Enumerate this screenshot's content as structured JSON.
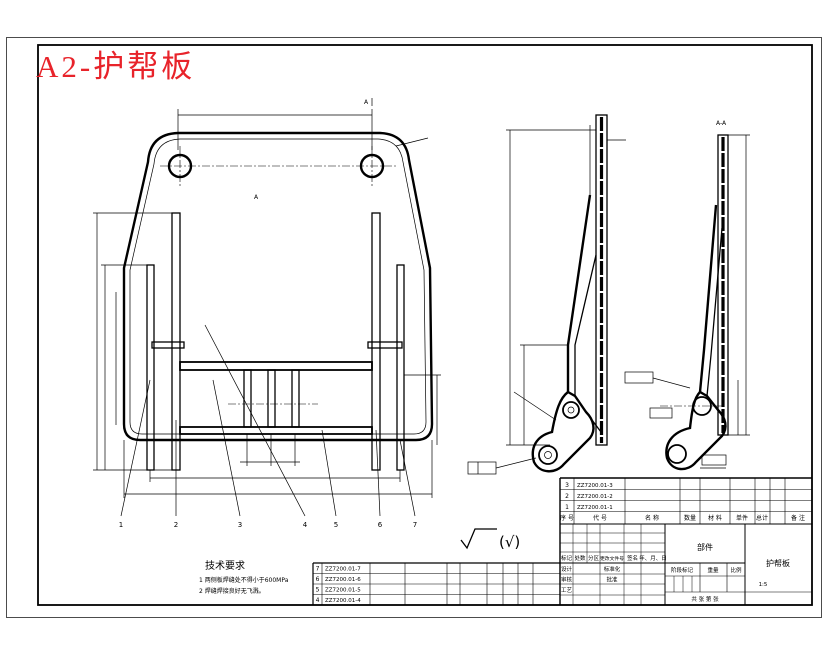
{
  "title": "A2-护帮板",
  "colors": {
    "title": "#e8232a",
    "lines": "#000000",
    "background": "#ffffff"
  },
  "view_labels": {
    "section": "A-A",
    "arrow_a_top": "A",
    "arrow_a_mid": "A"
  },
  "balloons": [
    "1",
    "2",
    "3",
    "4",
    "5",
    "6",
    "7"
  ],
  "tech_requirements": {
    "heading": "技术要求",
    "notes": [
      "1 两侧板焊缝处不得小于600MPa",
      "2 焊缝焊接良好无飞溅。"
    ]
  },
  "roughness": {
    "symbol": "(√)"
  },
  "parts_list_upper": [
    {
      "no": "3",
      "code": "ZZ7200.01-3"
    },
    {
      "no": "2",
      "code": "ZZ7200.01-2"
    },
    {
      "no": "1",
      "code": "ZZ7200.01-1"
    }
  ],
  "parts_list_lower": [
    {
      "no": "7",
      "code": "ZZ7200.01-7"
    },
    {
      "no": "6",
      "code": "ZZ7200.01-6"
    },
    {
      "no": "5",
      "code": "ZZ7200.01-5"
    },
    {
      "no": "4",
      "code": "ZZ7200.01-4"
    }
  ],
  "title_block": {
    "parts_header": [
      "序 号",
      "代 号",
      "名 称",
      "数量",
      "材 料",
      "单件",
      "总计",
      "备 注"
    ],
    "revision_header": [
      "标记",
      "处数",
      "分区",
      "更改文件号",
      "签名",
      "年、月、日"
    ],
    "roles": [
      "设计",
      "审核",
      "工艺"
    ],
    "roles_right": [
      "标准化",
      "批准"
    ],
    "stage_header": [
      "阶段标记",
      "重量",
      "比例"
    ],
    "scale": "1:5",
    "sheet": "共  张  第  张",
    "category": "部件",
    "drawing_name": "护帮板"
  }
}
